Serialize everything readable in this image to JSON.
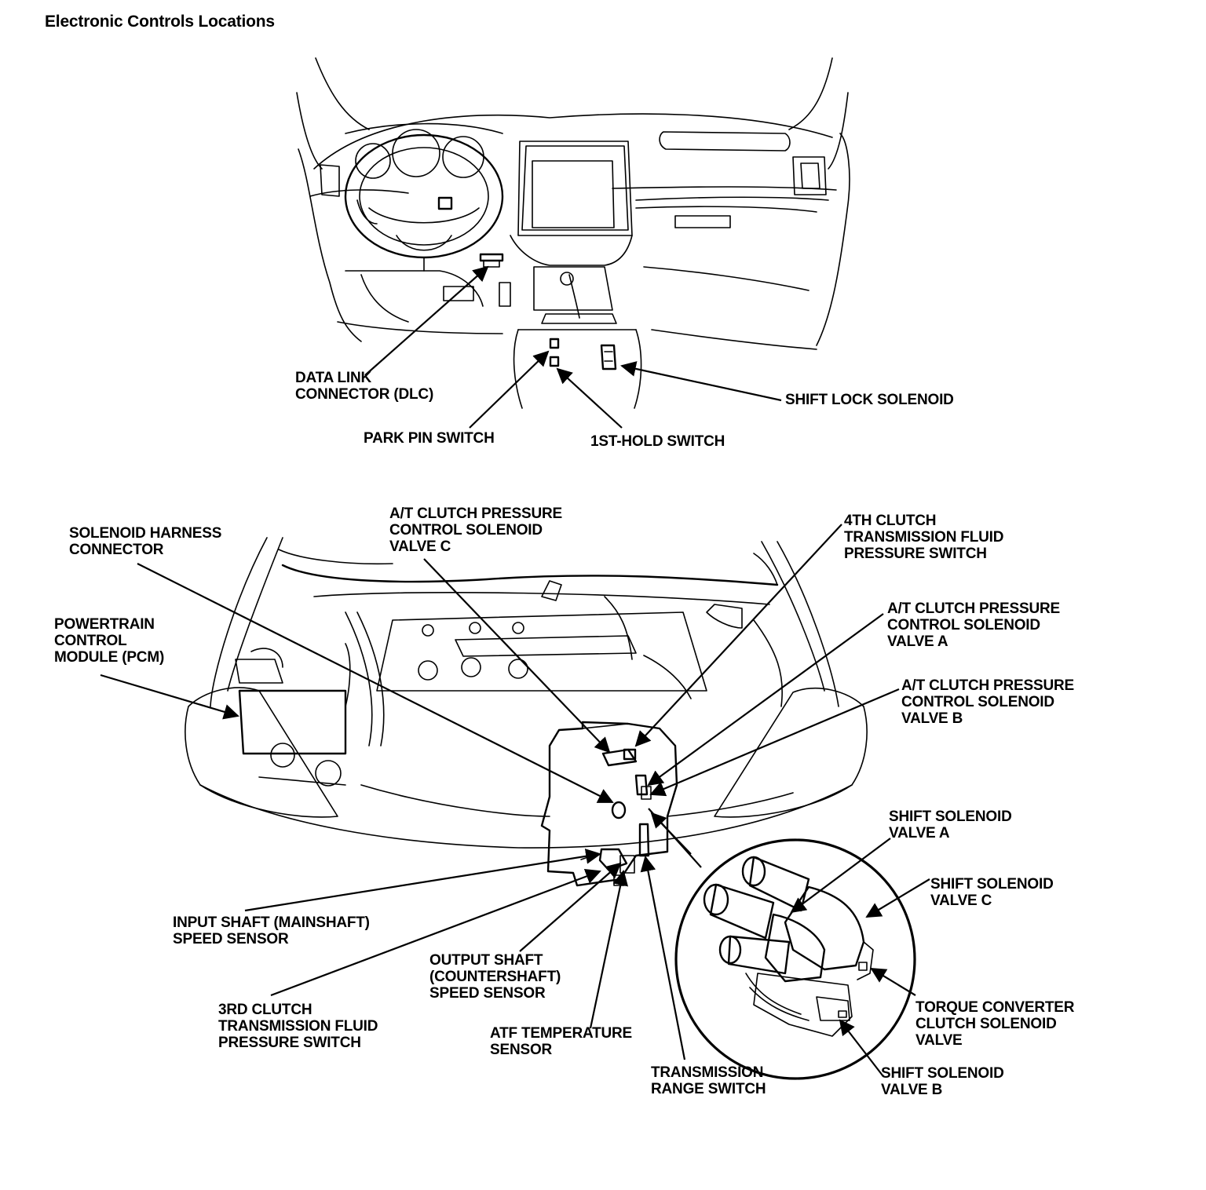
{
  "title": "Electronic Controls Locations",
  "labels": {
    "dlc": "DATA LINK\nCONNECTOR (DLC)",
    "park_pin": "PARK PIN SWITCH",
    "first_hold": "1ST-HOLD SWITCH",
    "shift_lock": "SHIFT LOCK SOLENOID",
    "solenoid_harness": "SOLENOID HARNESS\nCONNECTOR",
    "atc_valve_c": "A/T CLUTCH PRESSURE\nCONTROL SOLENOID\nVALVE C",
    "fourth_clutch": "4TH CLUTCH\nTRANSMISSION FLUID\nPRESSURE SWITCH",
    "atc_valve_a": "A/T CLUTCH PRESSURE\nCONTROL SOLENOID\nVALVE A",
    "atc_valve_b": "A/T CLUTCH PRESSURE\nCONTROL SOLENOID\nVALVE B",
    "pcm": "POWERTRAIN\nCONTROL\nMODULE (PCM)",
    "shift_sol_a": "SHIFT SOLENOID\nVALVE A",
    "shift_sol_c": "SHIFT SOLENOID\nVALVE C",
    "input_shaft": "INPUT SHAFT (MAINSHAFT)\nSPEED SENSOR",
    "output_shaft": "OUTPUT SHAFT\n(COUNTERSHAFT)\nSPEED SENSOR",
    "third_clutch": "3RD CLUTCH\nTRANSMISSION FLUID\nPRESSURE SWITCH",
    "atf_temp": "ATF TEMPERATURE\nSENSOR",
    "trans_range": "TRANSMISSION\nRANGE SWITCH",
    "tcc_solenoid": "TORQUE CONVERTER\nCLUTCH SOLENOID\nVALVE",
    "shift_sol_b": "SHIFT SOLENOID\nVALVE B"
  }
}
